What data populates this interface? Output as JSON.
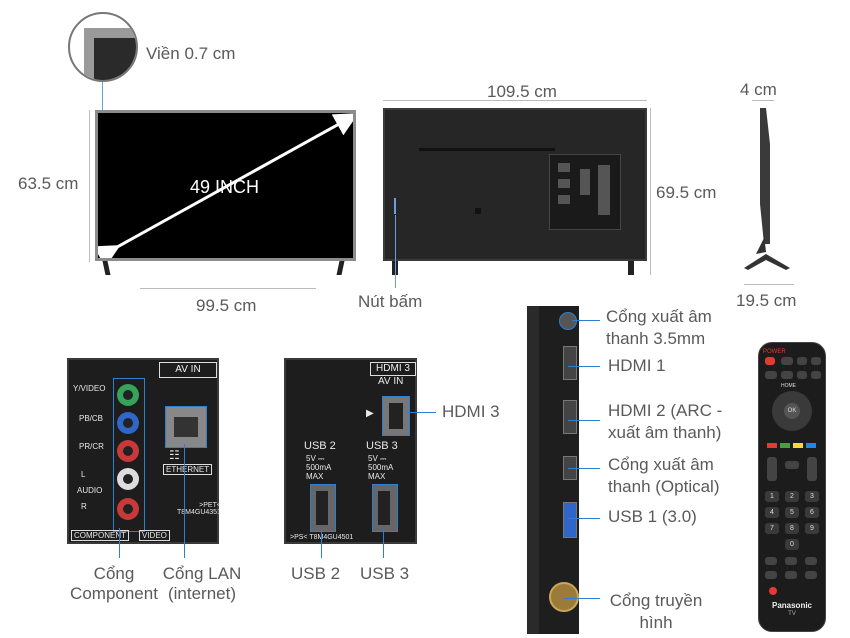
{
  "front": {
    "bezel_label": "Viền 0.7 cm",
    "diagonal_label": "49 INCH",
    "height_label": "63.5 cm",
    "width_label": "99.5 cm"
  },
  "back": {
    "width_label": "109.5 cm",
    "height_label": "69.5 cm",
    "button_label": "Nút bấm"
  },
  "side": {
    "depth_label": "4 cm",
    "stand_depth_label": "19.5 cm"
  },
  "av_panel": {
    "header": "AV IN",
    "port_labels": [
      "Y/VIDEO",
      "PB/CB",
      "PR/CR",
      "L",
      "AUDIO",
      "R"
    ],
    "component_tag": "COMPONENT",
    "video_tag": "VIDEO",
    "ethernet_tag": "ETHERNET",
    "code": ">PET<\nT8M4GU4351",
    "caption_component": "Cổng\nComponent",
    "caption_lan": "Cổng LAN\n(internet)"
  },
  "hdmi_panel": {
    "header": "HDMI 3",
    "av_in": "AV IN",
    "usb2_title": "USB 2",
    "usb2_spec": "5V ⎓\n500mA\nMAX",
    "usb3_title": "USB 3",
    "usb3_spec": "5V ⎓\n500mA\nMAX",
    "code": ">PS<   T8M4GU4501",
    "caption_hdmi3": "HDMI 3",
    "caption_usb2": "USB 2",
    "caption_usb3": "USB 3"
  },
  "side_ports": {
    "labels": [
      "Cổng xuất âm\nthanh 3.5mm",
      "HDMI 1",
      "HDMI 2 (ARC -\nxuất âm thanh)",
      "Cổng xuất âm\nthanh (Optical)",
      "USB 1 (3.0)",
      "Cổng truyền\nhình"
    ]
  },
  "remote": {
    "power": "POWER",
    "brand": "Panasonic",
    "tv": "TV",
    "keys": [
      "1",
      "2",
      "3",
      "4",
      "5",
      "6",
      "7",
      "8",
      "9",
      "0"
    ],
    "home": "HOME",
    "ok": "OK",
    "colors": [
      "#e53935",
      "#43a047",
      "#fdd835",
      "#1e88e5"
    ]
  }
}
